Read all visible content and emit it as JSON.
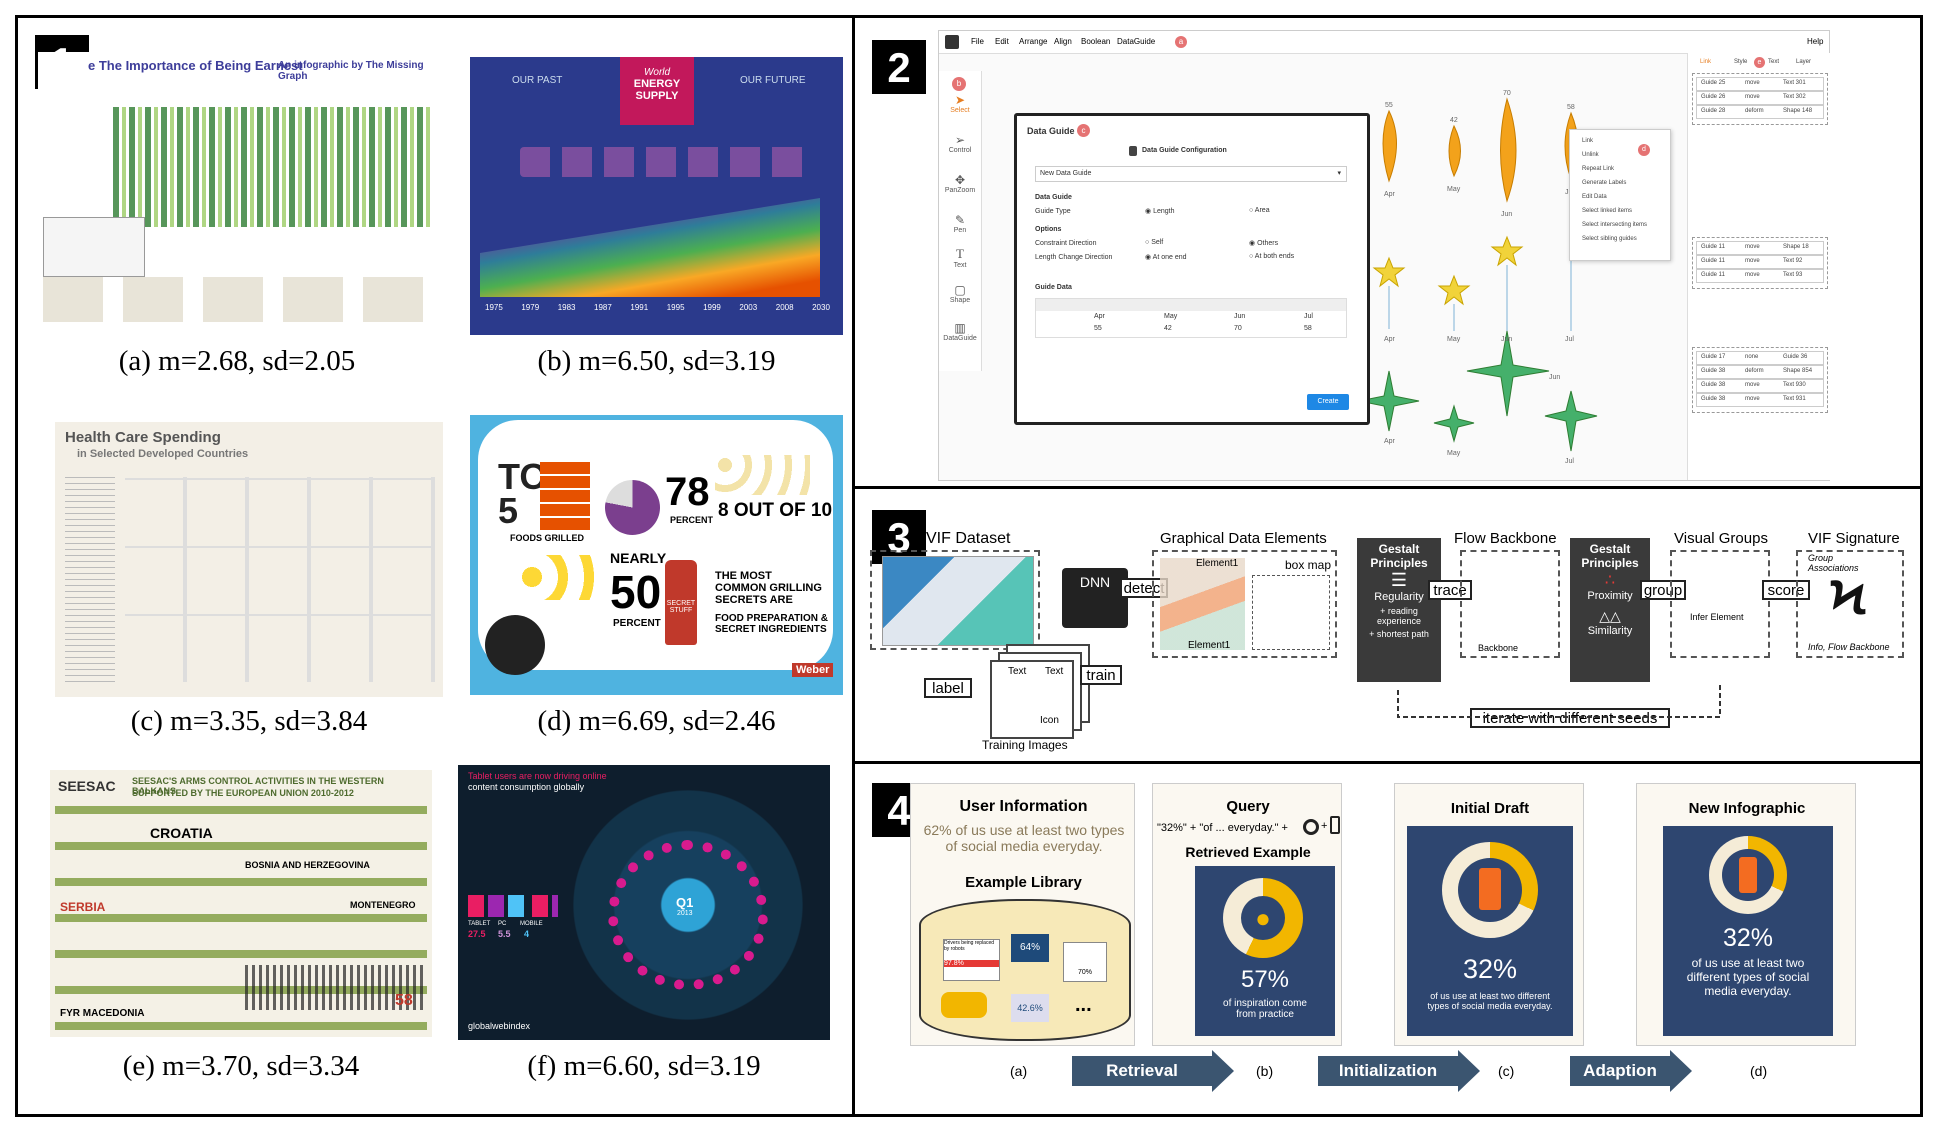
{
  "panels": {
    "p1": {
      "number": "1",
      "captions": [
        "(a) m=2.68, sd=2.05",
        "(b) m=6.50, sd=3.19",
        "(c) m=3.35, sd=3.84",
        "(d) m=6.69, sd=2.46",
        "(e) m=3.70, sd=3.34",
        "(f) m=6.60, sd=3.19"
      ],
      "thumb_a": {
        "title": "e The Importance of Being Earnest",
        "subtitle": "An infographic by The Missing Graph"
      },
      "thumb_b": {
        "left": "OUR PAST",
        "right": "OUR FUTURE",
        "brand_small": "World",
        "brand_big": "ENERGY SUPPLY",
        "years": [
          "1975",
          "1979",
          "1983",
          "1987",
          "1991",
          "1995",
          "1999",
          "2003",
          "2008",
          "2030"
        ]
      },
      "thumb_c": {
        "title": "Health Care Spending",
        "subtitle": "in Selected Developed Countries"
      },
      "thumb_d": {
        "top5": "TOP 5",
        "foods": "FOODS GRILLED",
        "pct78": "78",
        "percent": "PERCENT",
        "eight": "8 OUT OF 10",
        "nearly": "NEARLY",
        "fifty": "50",
        "percent2": "PERCENT",
        "most": "THE MOST COMMON GRILLING SECRETS ARE",
        "food_prep": "FOOD PREPARATION & SECRET INGREDIENTS",
        "secret": "SECRET STUFF",
        "weber": "Weber"
      },
      "thumb_e": {
        "logo": "SEESAC",
        "title": "SEESAC'S ARMS CONTROL ACTIVITIES IN THE WESTERN BALKANS",
        "sub": "SUPPORTED BY THE EUROPEAN UNION 2010-2012",
        "croatia": "CROATIA",
        "bosnia": "BOSNIA AND HERZEGOVINA",
        "montenegro": "MONTENEGRO",
        "serbia": "SERBIA",
        "fyr": "FYR MACEDONIA",
        "n58": "58"
      },
      "thumb_f": {
        "head1": "Tablet users are now driving online",
        "head2": "content consumption globally",
        "q1": "Q1",
        "year": "2013",
        "tablet": "TABLET",
        "pc": "PC",
        "mobile": "MOBILE",
        "v1": "27.5",
        "v2": "5.5",
        "v3": "4",
        "brand": "globalwebindex"
      }
    },
    "p2": {
      "number": "2",
      "menu": [
        "File",
        "Edit",
        "Arrange",
        "Align",
        "Boolean",
        "DataGuide"
      ],
      "help": "Help",
      "badges": [
        "a",
        "b",
        "c",
        "d",
        "e"
      ],
      "tools": [
        "Select",
        "Control",
        "PanZoom",
        "Pen",
        "Text",
        "Shape",
        "DataGuide"
      ],
      "dialog": {
        "title": "Data Guide",
        "config": "Data Guide Configuration",
        "dropdown": "New Data Guide",
        "section1": "Data Guide",
        "guide_type": "Guide Type",
        "length": "Length",
        "area": "Area",
        "options": "Options",
        "constraint": "Constraint Direction",
        "self": "Self",
        "others": "Others",
        "length_change": "Length Change Direction",
        "at_one_end": "At one end",
        "at_both_ends": "At both ends",
        "guide_data": "Guide Data",
        "months": [
          "Apr",
          "May",
          "Jun",
          "Jul"
        ],
        "values": [
          "55",
          "42",
          "70",
          "58"
        ],
        "create": "Create"
      },
      "context_menu": [
        "Link",
        "Unlink",
        "Repeat Link",
        "Generate Labels",
        "Edit Data",
        "Select linked items",
        "Select intersecting items",
        "Select sibling guides"
      ],
      "right_tabs": [
        "Link",
        "Style",
        "Text",
        "Layer"
      ],
      "right_groups": [
        [
          [
            "Guide 25",
            "move",
            "Text 301"
          ],
          [
            "Guide 26",
            "move",
            "Text 302"
          ],
          [
            "Guide 28",
            "deform",
            "Shape 148"
          ]
        ],
        [
          [
            "Guide 11",
            "move",
            "Shape 18"
          ],
          [
            "Guide 11",
            "move",
            "Text 92"
          ],
          [
            "Guide 11",
            "move",
            "Text 93"
          ]
        ],
        [
          [
            "Guide 17",
            "none",
            "Guide 36"
          ],
          [
            "Guide 38",
            "deform",
            "Shape 854"
          ],
          [
            "Guide 38",
            "move",
            "Text 930"
          ],
          [
            "Guide 38",
            "move",
            "Text 931"
          ]
        ]
      ],
      "chart_labels": {
        "values": [
          "55",
          "42",
          "70",
          "58"
        ],
        "months": [
          "Apr",
          "May",
          "Jun",
          "Jul"
        ]
      }
    },
    "p3": {
      "number": "3",
      "vif_dataset": "VIF Dataset",
      "dnn": "DNN",
      "detect": "detect",
      "label": "label",
      "train": "train",
      "training_images": "Training Images",
      "text_labels": [
        "Text",
        "Text",
        "Icon"
      ],
      "gde": "Graphical Data Elements",
      "element1": "Element1",
      "element1b": "Element1",
      "box_map": "box map",
      "gestalt": "Gestalt Principles",
      "regularity": "Regularity",
      "reading": "+ reading experience",
      "shortest": "+ shortest path",
      "trace": "trace",
      "flow_backbone": "Flow Backbone",
      "backbone": "Backbone",
      "proximity": "Proximity",
      "similarity": "Similarity",
      "group": "group",
      "visual_groups": "Visual Groups",
      "infer_element": "Infer Element",
      "score": "score",
      "vif_signature": "VIF Signature",
      "group_assoc": "Group Associations",
      "info_flow": "Info, Flow Backbone",
      "iterate": "iterate with different seeds"
    },
    "p4": {
      "number": "4",
      "user_info": "User Information",
      "user_text": "62% of us use at least two types of social media everyday.",
      "example_library": "Example Library",
      "lib_items": [
        "Drivers being replaced by robots",
        "97.8%",
        "64%",
        "42.6%",
        "70%",
        "..."
      ],
      "query": "Query",
      "query_text": "\"32%\" + \"of ... everyday.\" +",
      "plus": "+",
      "retrieved": "Retrieved Example",
      "ret_pct": "57%",
      "ret_sub": "of inspiration come from practice",
      "initial_draft": "Initial Draft",
      "init_pct": "32%",
      "init_sub": "of us use at least two different types of social media everyday.",
      "new_info": "New Infographic",
      "new_pct": "32%",
      "new_sub": "of us use at least two different types of social media everyday.",
      "labels": [
        "(a)",
        "(b)",
        "(c)",
        "(d)"
      ],
      "steps": [
        "Retrieval",
        "Initialization",
        "Adaption"
      ],
      "colors": {
        "navy": "#2e4670",
        "gold": "#f2b600",
        "cream": "#f5ecd7"
      }
    }
  }
}
